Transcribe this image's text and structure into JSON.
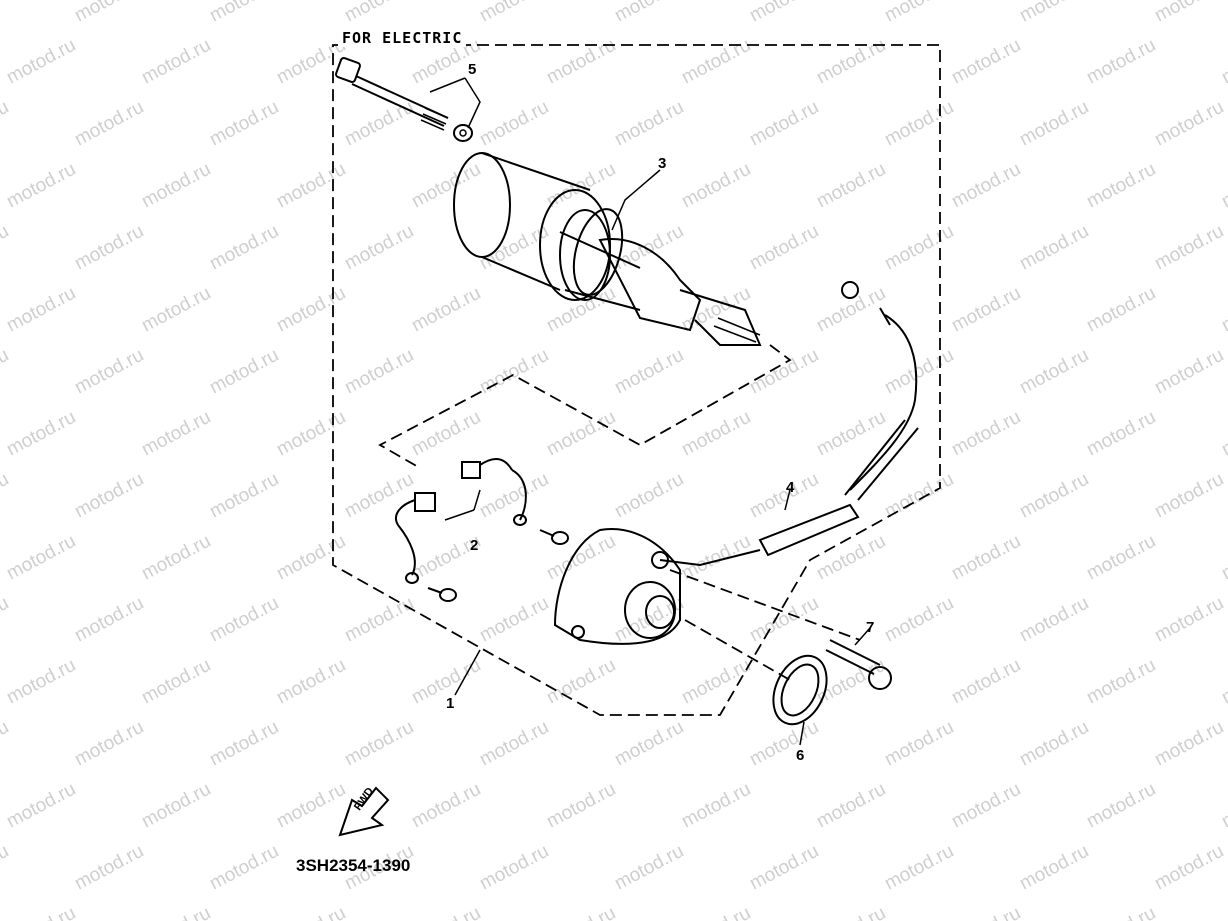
{
  "diagram": {
    "header_label": "FOR ELECTRIC",
    "part_code": "3SH2354-1390",
    "watermark_text": "motod.ru",
    "fwd_label": "FWD",
    "callouts": [
      {
        "id": "1",
        "label": "1"
      },
      {
        "id": "2",
        "label": "2"
      },
      {
        "id": "3",
        "label": "3"
      },
      {
        "id": "4",
        "label": "4"
      },
      {
        "id": "5",
        "label": "5"
      },
      {
        "id": "6",
        "label": "6"
      },
      {
        "id": "7",
        "label": "7"
      }
    ]
  }
}
